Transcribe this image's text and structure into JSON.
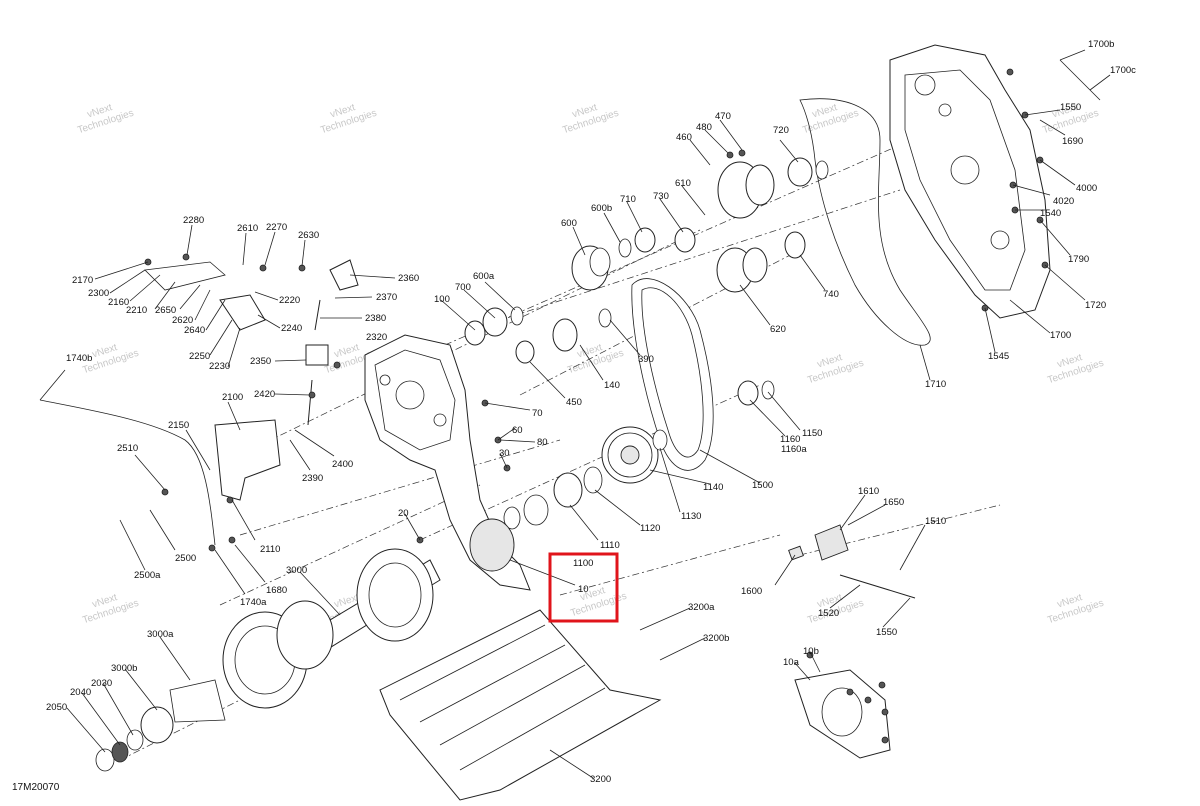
{
  "figure_id": "17M20070",
  "watermark": {
    "line1": "vNext",
    "line2": "Technologies"
  },
  "highlight_color": "#e0141b",
  "highlighted_part": "1100",
  "callouts": [
    "2280",
    "2610",
    "2270",
    "2630",
    "2170",
    "2300",
    "2160",
    "2210",
    "2650",
    "2620",
    "2640",
    "2220",
    "2240",
    "2250",
    "2230",
    "2360",
    "2370",
    "2380",
    "2320",
    "2350",
    "2420",
    "2100",
    "2150",
    "2390",
    "2400",
    "2510",
    "2110",
    "2500",
    "2500a",
    "1680",
    "1740a",
    "1740b",
    "100",
    "700",
    "600a",
    "600",
    "600b",
    "710",
    "730",
    "610",
    "460",
    "480",
    "470",
    "720",
    "140",
    "450",
    "390",
    "70",
    "60",
    "80",
    "30",
    "20",
    "10",
    "1100",
    "1110",
    "1120",
    "1130",
    "1140",
    "1500",
    "1160",
    "1160a",
    "1150",
    "620",
    "740",
    "1710",
    "1700b",
    "1700c",
    "1550",
    "1690",
    "4000",
    "4020",
    "1540",
    "1790",
    "1720",
    "1700",
    "1545",
    "1610",
    "1650",
    "1510",
    "1600",
    "1520",
    "1550",
    "3000",
    "3000a",
    "3000b",
    "2030",
    "2040",
    "2050",
    "3200a",
    "3200b",
    "3200",
    "10a",
    "10b"
  ]
}
